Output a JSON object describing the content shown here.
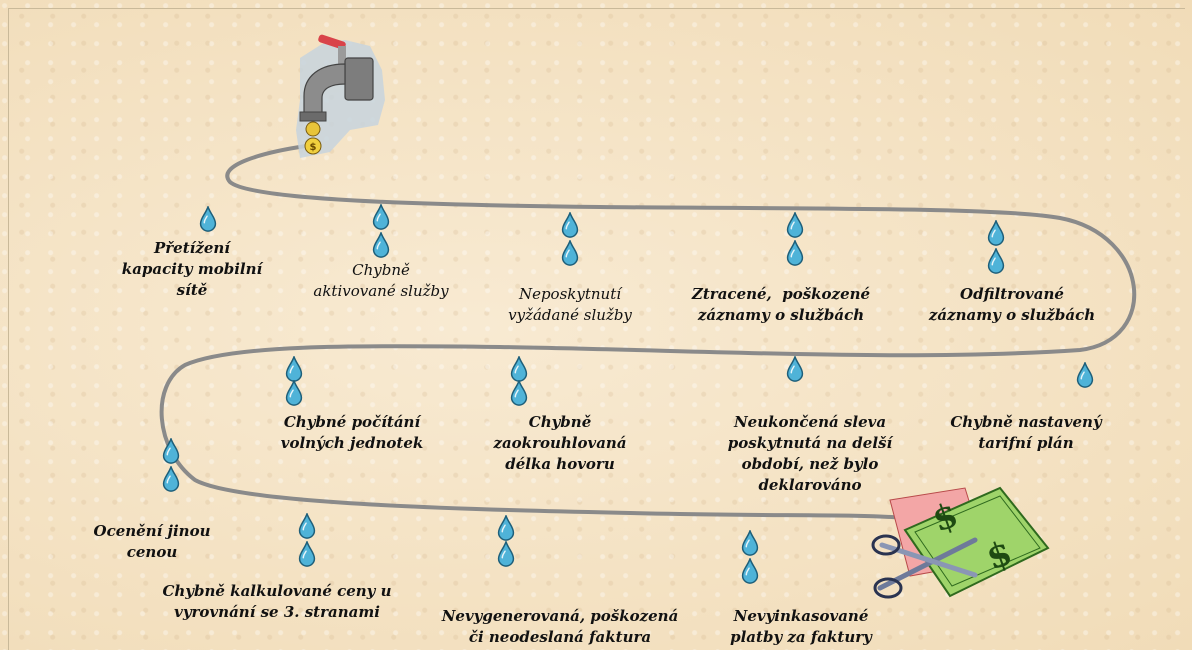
{
  "colors": {
    "background": "#f5e4c6",
    "hose": "#8a8a8a",
    "drop": "#4fb3d8",
    "drop_outline": "#1e5f7a",
    "text": "#111111"
  },
  "icons": {
    "faucet": "faucet-icon",
    "money_scissors": "money-scissors-icon",
    "drop": "water-drop-icon"
  },
  "items": [
    {
      "text": "Přetížení\nkapacity mobilní\nsítě",
      "style": "bold"
    },
    {
      "text": "Chybně\naktivované služby",
      "style": "normal"
    },
    {
      "text": "Neposkytnutí\nvyžádané služby",
      "style": "normal"
    },
    {
      "text": "Ztracené,  poškozené\nzáznamy o službách",
      "style": "bold"
    },
    {
      "text": "Odfiltrované\nzáznamy o službách",
      "style": "bold"
    },
    {
      "text": "Chybné počítání\nvolných jednotek",
      "style": "bold"
    },
    {
      "text": "Chybně\nzaokrouhlovaná\ndélka hovoru",
      "style": "bold"
    },
    {
      "text": "Neukončená sleva\nposkytnutá na delší\nobdobí, než bylo\ndeklarováno",
      "style": "bold"
    },
    {
      "text": "Chybně nastavený\ntarifní plán",
      "style": "bold"
    },
    {
      "text": "Ocenění jinou\ncenou",
      "style": "bold"
    },
    {
      "text": "Chybně kalkulované ceny u\nvyrovnání se 3. stranami",
      "style": "bold"
    },
    {
      "text": "Nevygenerovaná, poškozená\nči neodeslaná faktura",
      "style": "bold"
    },
    {
      "text": "Nevyinkasované\nplatby za faktury",
      "style": "bold"
    }
  ]
}
